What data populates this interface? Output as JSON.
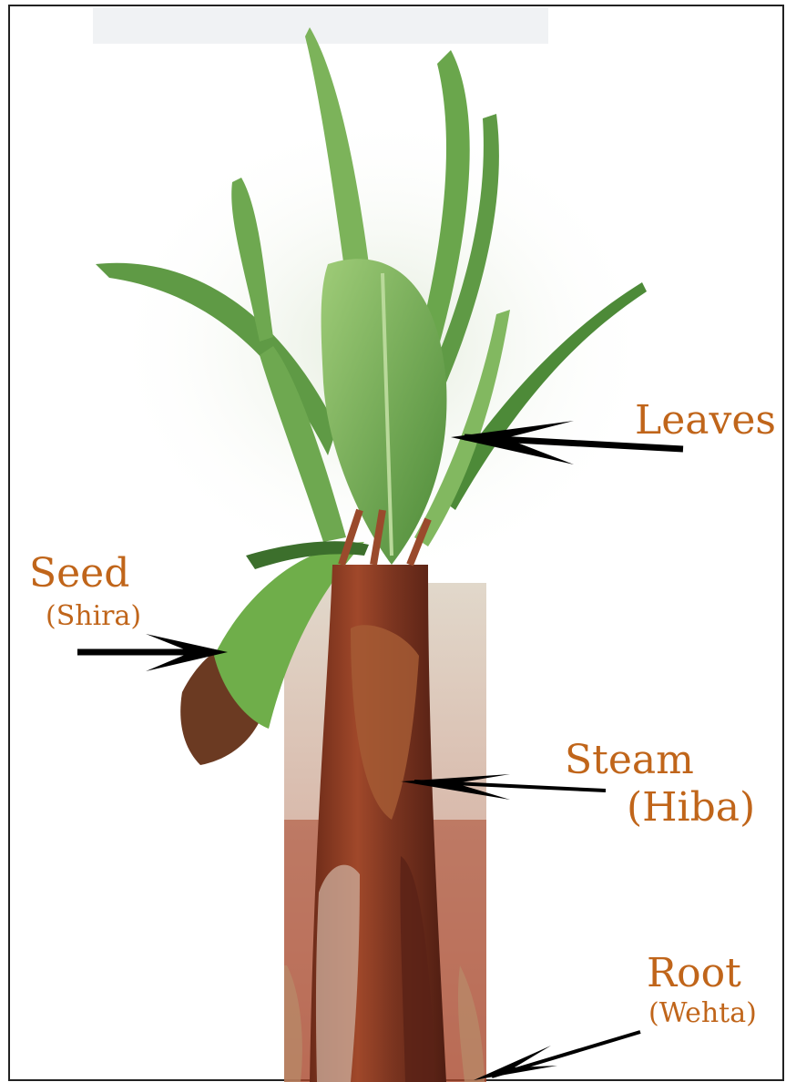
{
  "colors": {
    "label": "#c0651a",
    "arrow": "#000000",
    "leaf_light": "#8fbf6a",
    "leaf_mid": "#5f9a45",
    "leaf_dark": "#3c6f2c",
    "stem_red": "#8a3a22",
    "stem_dark": "#5a2216",
    "soil": "#a8462a"
  },
  "labels": {
    "leaves": "Leaves",
    "seed": "Seed",
    "seed_local": "(Shira)",
    "stem": "Steam",
    "stem_local": "(Hiba)",
    "root": "Root",
    "root_local": "(Wehta)"
  }
}
